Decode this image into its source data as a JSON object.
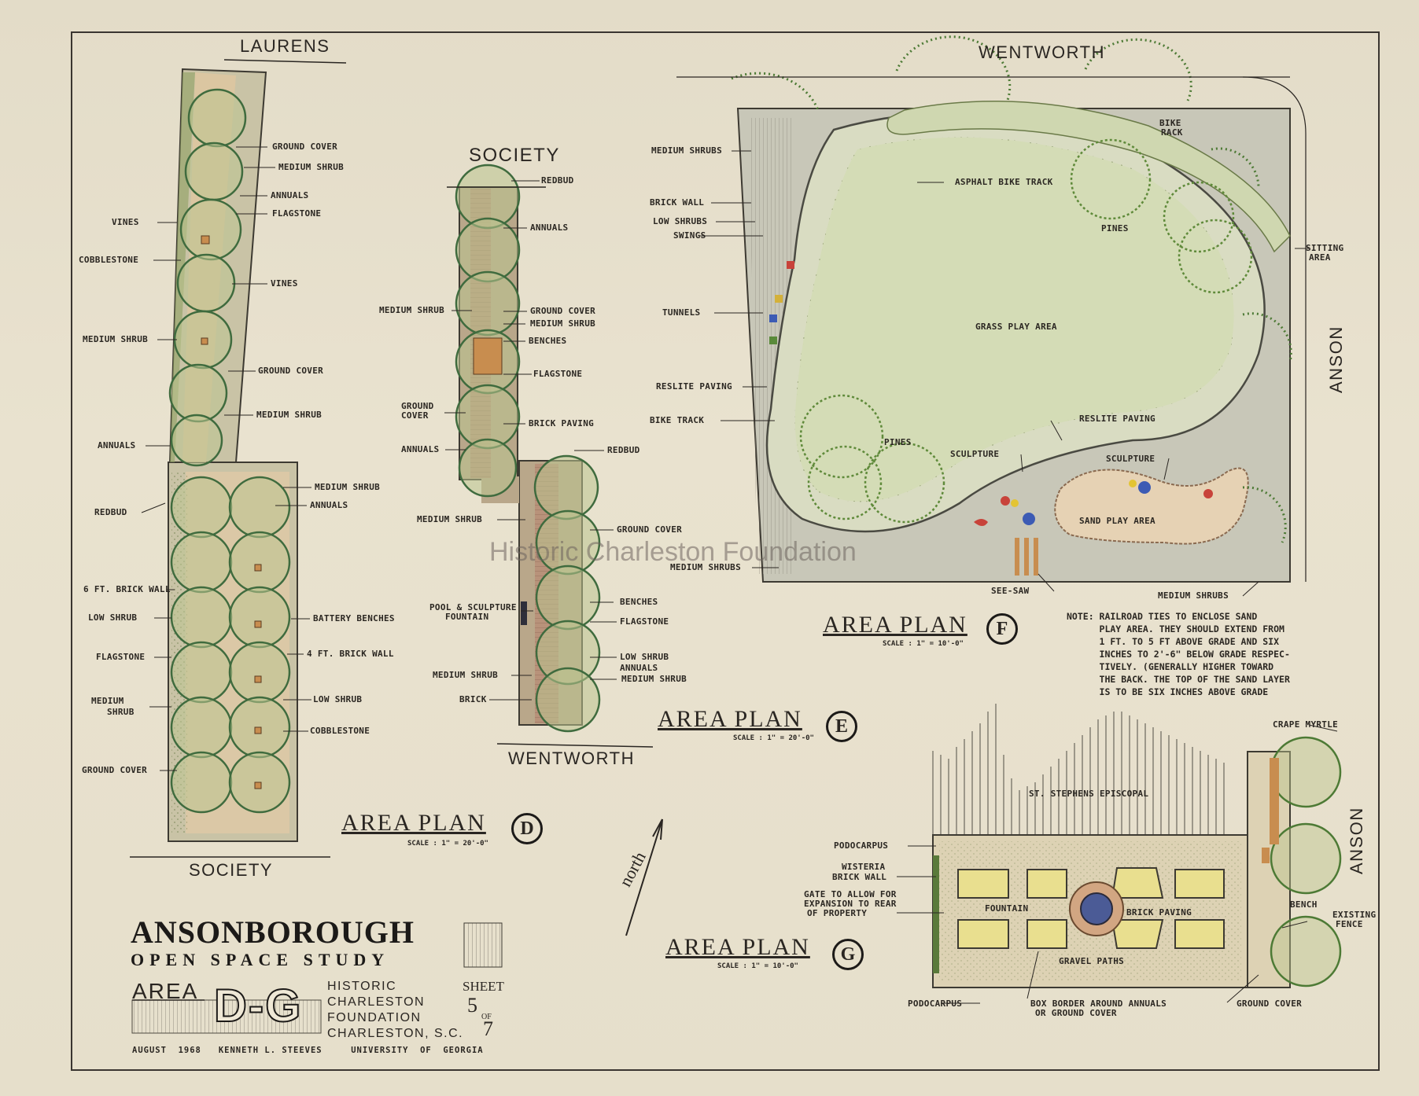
{
  "streets": {
    "laurens": "LAURENS",
    "society_d": "SOCIETY",
    "society_e": "SOCIETY",
    "wentworth_e": "WENTWORTH",
    "wentworth_f": "WENTWORTH",
    "anson_f": "ANSON",
    "anson_g": "ANSON"
  },
  "area_d": {
    "labels": [
      "GROUND COVER",
      "MEDIUM SHRUB",
      "ANNUALS",
      "FLAGSTONE",
      "VINES",
      "COBBLESTONE",
      "VINES",
      "MEDIUM SHRUB",
      "GROUND COVER",
      "MEDIUM SHRUB",
      "ANNUALS",
      "MEDIUM SHRUB",
      "ANNUALS",
      "REDBUD",
      "6 FT. BRICK WALL",
      "LOW SHRUB",
      "BATTERY BENCHES",
      "FLAGSTONE",
      "4 FT. BRICK WALL",
      "LOW SHRUB",
      "MEDIUM",
      "SHRUB",
      "COBBLESTONE",
      "GROUND COVER"
    ]
  },
  "area_e": {
    "labels": [
      "REDBUD",
      "ANNUALS",
      "MEDIUM SHRUB",
      "GROUND COVER",
      "MEDIUM SHRUB",
      "BENCHES",
      "FLAGSTONE",
      "GROUND",
      "COVER",
      "BRICK PAVING",
      "ANNUALS",
      "REDBUD",
      "MEDIUM SHRUB",
      "GROUND COVER",
      "BENCHES",
      "POOL & SCULPTURE",
      "FOUNTAIN",
      "FLAGSTONE",
      "LOW SHRUB",
      "ANNUALS",
      "MEDIUM SHRUB",
      "MEDIUM SHRUB",
      "BRICK"
    ]
  },
  "area_f": {
    "labels": [
      "MEDIUM SHRUBS",
      "ASPHALT BIKE TRACK",
      "BRICK WALL",
      "LOW SHRUBS",
      "SWINGS",
      "BIKE",
      "RACK",
      "SITTING",
      "AREA",
      "PINES",
      "TUNNELS",
      "GRASS PLAY AREA",
      "RESLITE PAVING",
      "RESLITE PAVING",
      "BIKE TRACK",
      "PINES",
      "SCULPTURE",
      "SCULPTURE",
      "SAND PLAY AREA",
      "MEDIUM SHRUBS",
      "SEE-SAW",
      "MEDIUM SHRUBS"
    ],
    "note": "NOTE: RAILROAD TIES TO ENCLOSE SAND\n      PLAY AREA. THEY SHOULD EXTEND FROM\n      1 FT. TO 5 FT ABOVE GRADE AND SIX\n      INCHES TO 2'-6\" BELOW GRADE RESPEC-\n      TIVELY. (GENERALLY HIGHER TOWARD\n      THE BACK. THE TOP OF THE SAND LAYER\n      IS TO BE SIX INCHES ABOVE GRADE"
  },
  "area_g": {
    "labels": [
      "CRAPE MYRTLE",
      "ST. STEPHENS EPISCOPAL",
      "PODOCARPUS",
      "WISTERIA",
      "BRICK WALL",
      "GATE TO ALLOW FOR",
      "EXPANSION TO REAR",
      "OF PROPERTY",
      "FOUNTAIN",
      "BRICK PAVING",
      "BENCH",
      "EXISTING",
      "FENCE",
      "GRAVEL PATHS",
      "PODOCARPUS",
      "BOX BORDER AROUND ANNUALS",
      "OR GROUND COVER",
      "GROUND COVER"
    ]
  },
  "plans": {
    "d": {
      "title": "AREA PLAN",
      "scale": "SCALE : 1\" = 20'-0\"",
      "letter": "D"
    },
    "e": {
      "title": "AREA PLAN",
      "scale": "SCALE : 1\" = 20'-0\"",
      "letter": "E"
    },
    "f": {
      "title": "AREA PLAN",
      "scale": "SCALE : 1\" = 10'-0\"",
      "letter": "F"
    },
    "g": {
      "title": "AREA PLAN",
      "scale": "SCALE : 1\" = 10'-0\"",
      "letter": "G"
    }
  },
  "north": "north",
  "title_block": {
    "title": "ANSONBOROUGH",
    "subtitle": "OPEN SPACE STUDY",
    "area_label": "AREA",
    "area_code": "D-G",
    "org": [
      "HISTORIC",
      "CHARLESTON",
      "FOUNDATION",
      "CHARLESTON, S.C."
    ],
    "sheet_label": "SHEET",
    "sheet_number": "5",
    "sheet_of": "OF",
    "sheet_total": "7",
    "credit": "AUGUST  1968   KENNETH L. STEEVES     UNIVERSITY  OF  GEORGIA"
  },
  "watermark": "Historic Charleston Foundation"
}
